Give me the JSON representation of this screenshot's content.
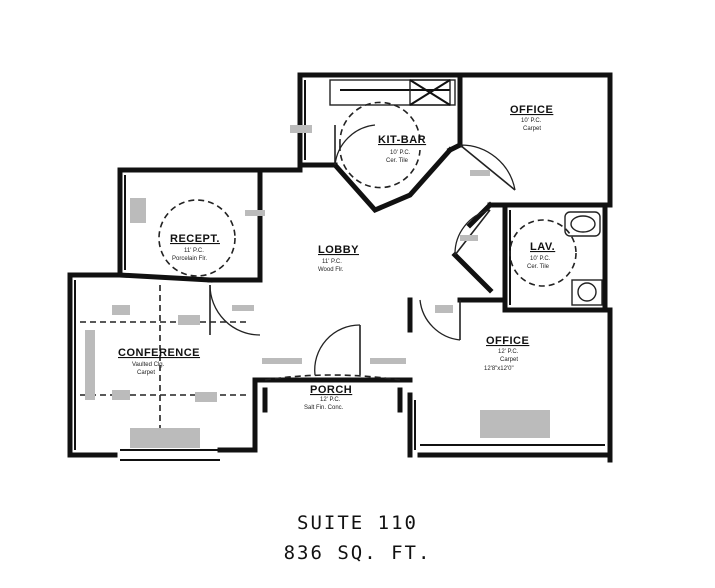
{
  "caption": {
    "suite": "SUITE 110",
    "area": "836 SQ. FT."
  },
  "rooms": {
    "office_top": {
      "name": "OFFICE",
      "ceiling": "10' P.C.",
      "floor": "Carpet"
    },
    "kitbar": {
      "name": "KIT-BAR",
      "ceiling": "10' P.C.",
      "floor": "Cer. Tile"
    },
    "recept": {
      "name": "RECEPT.",
      "ceiling": "11' P.C.",
      "floor": "Porcelain Flr."
    },
    "lobby": {
      "name": "LOBBY",
      "ceiling": "11' P.C.",
      "floor": "Wood Flr."
    },
    "lav": {
      "name": "LAV.",
      "ceiling": "10' P.C.",
      "floor": "Cer. Tile"
    },
    "conference": {
      "name": "CONFERENCE",
      "ceiling": "Vaulted Clg.",
      "floor": "Carpet"
    },
    "office_bottom": {
      "name": "OFFICE",
      "ceiling": "12' P.C.",
      "floor": "Carpet",
      "size": "12'8\"x12'0\""
    },
    "porch": {
      "name": "PORCH",
      "ceiling": "12' P.C.",
      "floor": "Salt Fin. Conc."
    }
  }
}
